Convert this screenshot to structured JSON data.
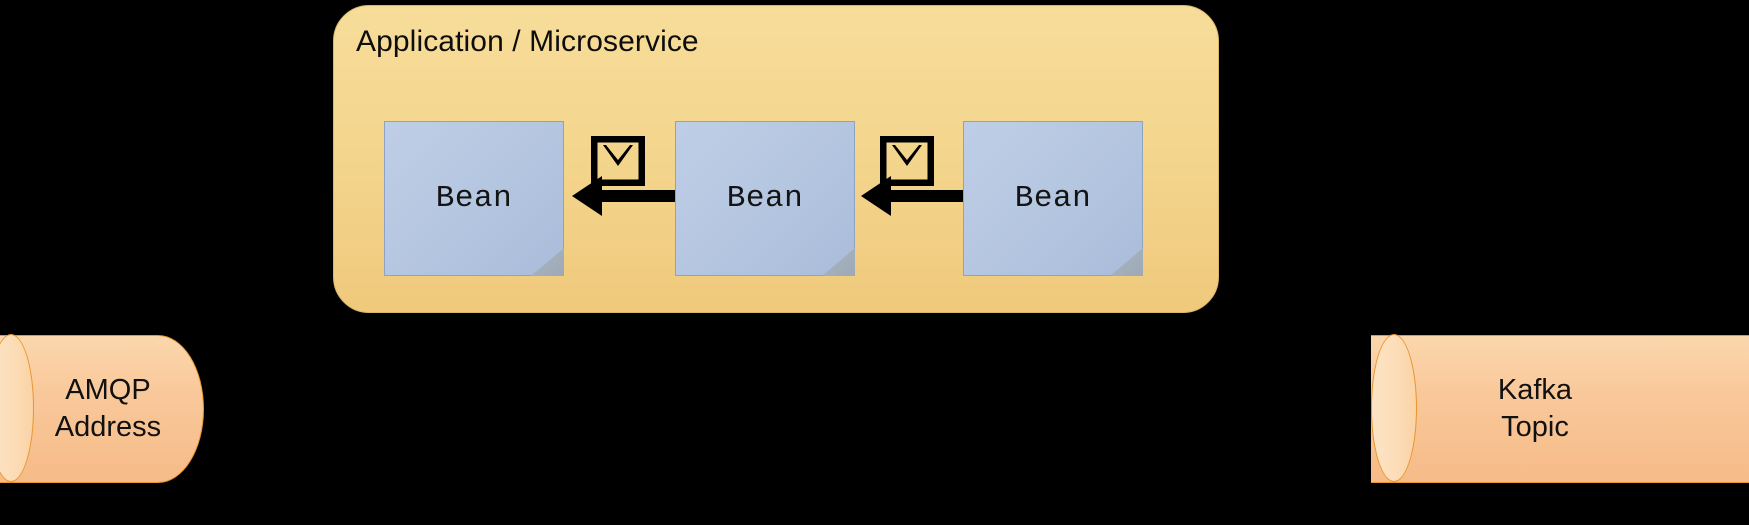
{
  "diagram": {
    "background_color": "#000000",
    "container": {
      "title": "Application / Microservice",
      "fill_color": "#f3d48b",
      "border_color": "#d9b86a"
    },
    "beans": [
      {
        "label": "Bean"
      },
      {
        "label": "Bean"
      },
      {
        "label": "Bean"
      }
    ],
    "icons": [
      {
        "name": "envelope-icon"
      },
      {
        "name": "envelope-icon"
      }
    ],
    "arrows": [
      {
        "name": "arrow-out-to-amqp",
        "direction": "left"
      },
      {
        "name": "arrow-bean2-to-bean1",
        "direction": "left"
      },
      {
        "name": "arrow-bean3-to-bean2",
        "direction": "left"
      },
      {
        "name": "arrow-from-kafka",
        "direction": "left"
      }
    ],
    "endpoints": {
      "left": {
        "line1": "AMQP",
        "line2": "Address",
        "fill_color": "#f9c89a",
        "border_color": "#e8962e"
      },
      "right": {
        "line1": "Kafka",
        "line2": "Topic",
        "fill_color": "#f9c89a",
        "border_color": "#e8962e"
      }
    }
  }
}
